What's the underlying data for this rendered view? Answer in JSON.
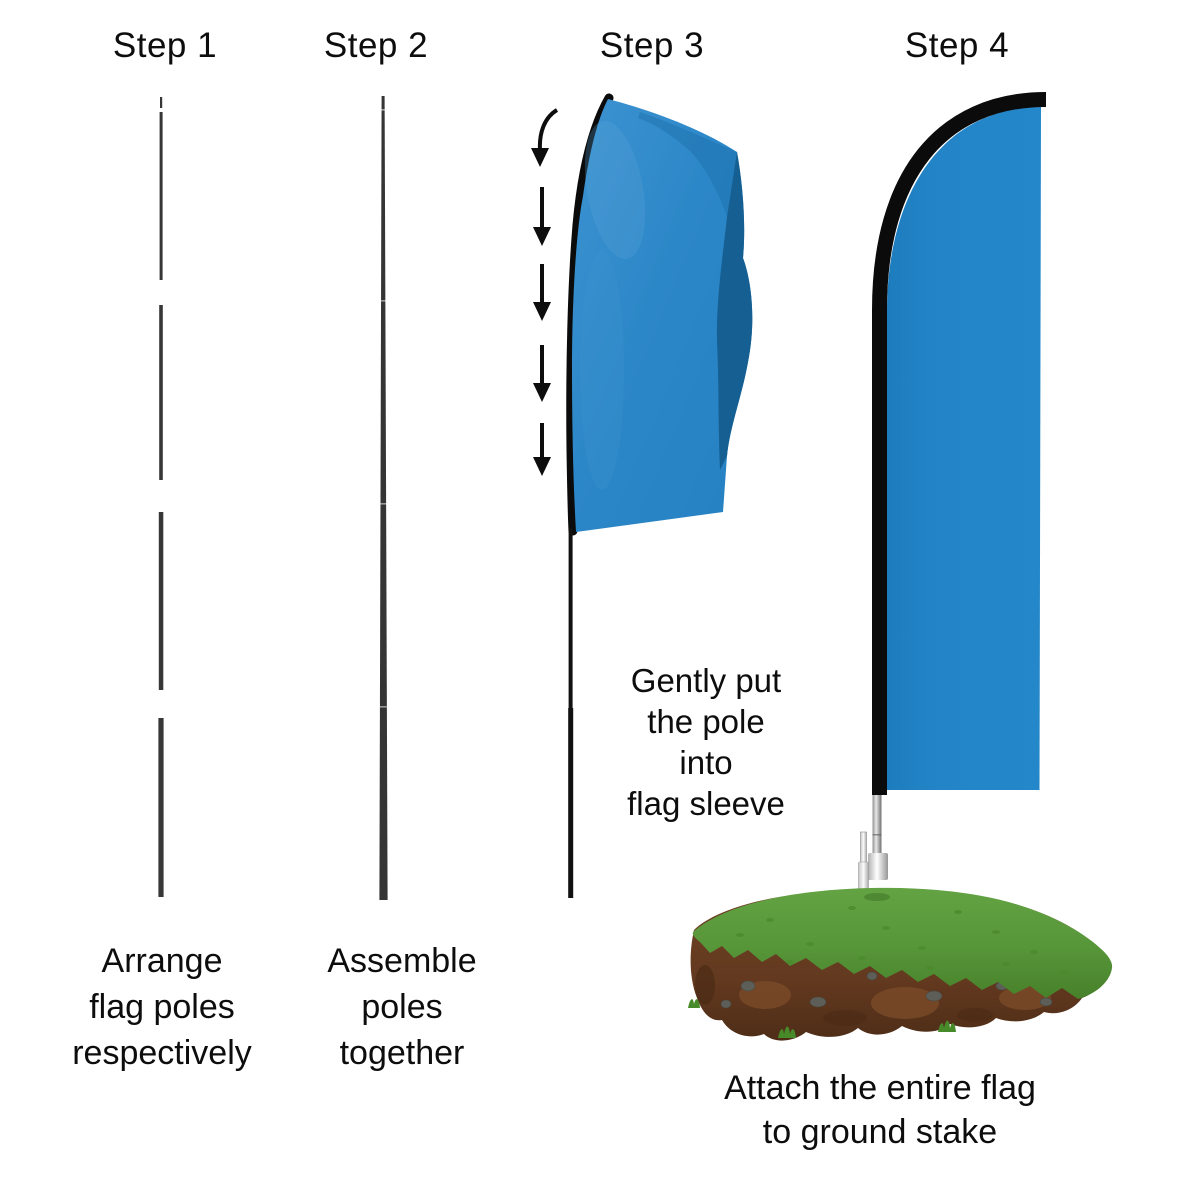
{
  "steps": [
    {
      "label": "Step 1",
      "caption_lines": [
        "Arrange",
        "flag poles",
        "respectively"
      ]
    },
    {
      "label": "Step 2",
      "caption_lines": [
        "Assemble",
        "poles",
        "together"
      ]
    },
    {
      "label": "Step 3",
      "caption_lines": [
        "Gently put",
        "the pole",
        "into",
        "flag sleeve"
      ]
    },
    {
      "label": "Step 4",
      "caption_lines": [
        "Attach the entire flag",
        "to ground stake"
      ]
    }
  ],
  "icons": {
    "curved_down_arrow": "curved-down-arrow-icon",
    "down_arrow": "down-arrow-icon"
  },
  "colors": {
    "background": "#ffffff",
    "text": "#0d0d0d",
    "pole_dark_gray": "#373737",
    "flag_black": "#0b0b0b",
    "flag_blue": "#2385c8",
    "flag_blue_fold": "#155f93",
    "stake_silver": "#c9c9c9",
    "grass_green": "#5f9e3e",
    "grass_green_dark": "#47812a",
    "dirt_brown": "#6b4024",
    "dirt_brown_dark": "#4e2d17",
    "stone_gray": "#5d5e58"
  }
}
